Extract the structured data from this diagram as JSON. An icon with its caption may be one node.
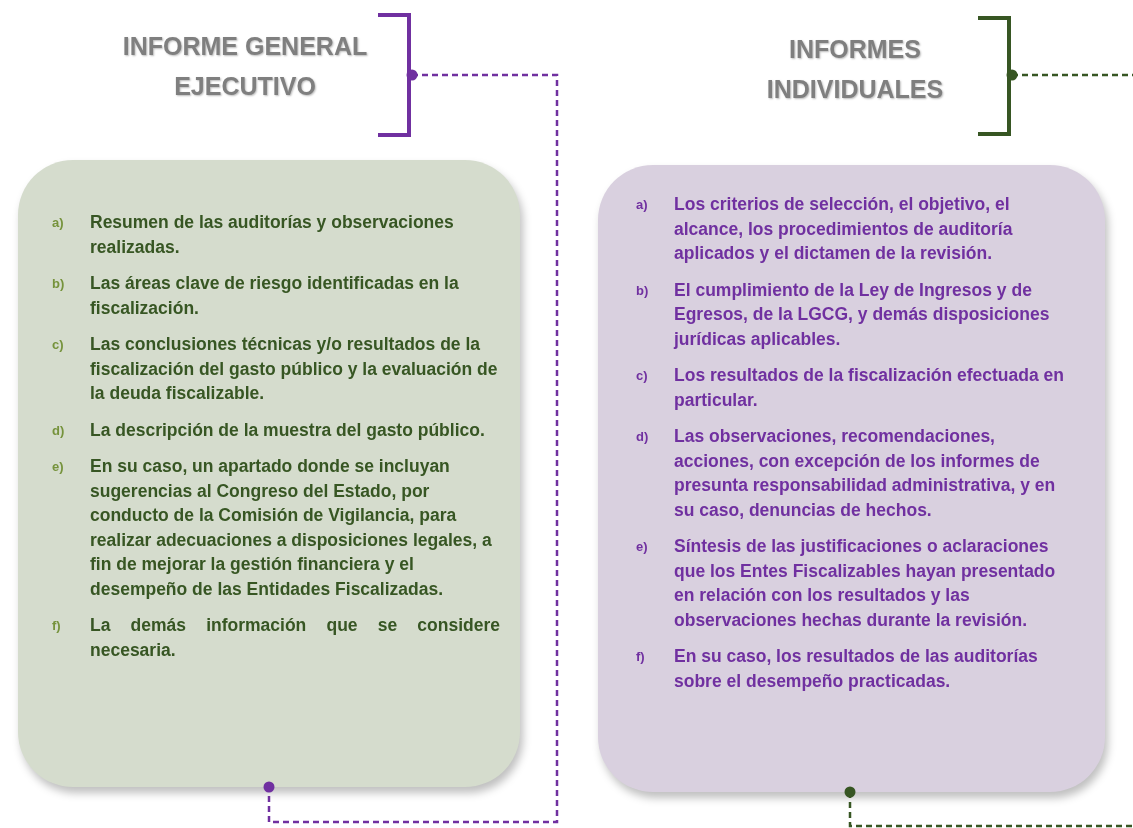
{
  "diagram": {
    "nodes": [
      {
        "text": [
          "INFORME GENERAL EJECUTIVO"
        ]
      },
      {
        "text": [
          "a)",
          "Resumen de las auditorías y observaciones realizadas.",
          "b)",
          "Las áreas clave de riesgo identificadas en la fiscalización.",
          "c)",
          "Las conclusiones técnicas y/o resultados de la fiscalización del gasto público y la evaluación de la deuda fiscalizable.",
          "d)",
          "La descripción de la muestra del  gasto público.",
          "e)",
          "En su caso, un apartado donde se incluyan sugerencias al Congreso del Estado, por conducto de la Comisión de Vigilancia, para realizar adecuaciones a disposiciones legales, a fin de mejorar la gestión financiera y el desempeño de las Entidades Fiscalizadas.",
          "f)",
          "La demás información que se considere necesaria."
        ]
      },
      {
        "text": [
          "INFORMES INDIVIDUALES"
        ]
      },
      {
        "text": [
          "a)",
          "Los criterios de selección, el objetivo, el alcance, los procedimientos de auditoría aplicados y el dictamen de la revisión.",
          "b)",
          "El cumplimiento de la Ley de Ingresos y de Egresos, de la LGCG, y demás disposiciones jurídicas aplicables.",
          "c)",
          "Los resultados de la fiscalización efectuada en particular.",
          "d)",
          "Las observaciones, recomendaciones, acciones, con excepción de los informes de presunta responsabilidad administrativa, y en su caso, denuncias de hechos.",
          "e)",
          "Síntesis de las justificaciones o aclaraciones que los Entes Fiscalizables hayan presentado en relación con los resultados y las observaciones hechas durante la revisión.",
          "f)",
          "En su caso, los resultados de las auditorías sobre el desempeño practicadas."
        ]
      }
    ],
    "edges": [
      {
        "from": 0,
        "to": 1,
        "arrow": "other",
        "style": "dashed",
        "color": "#7030a0"
      },
      {
        "from": 2,
        "to": null,
        "arrow": "other",
        "style": "dashed"
      },
      {
        "from": 3,
        "to": null,
        "arrow": "other",
        "style": "dashed"
      }
    ]
  }
}
